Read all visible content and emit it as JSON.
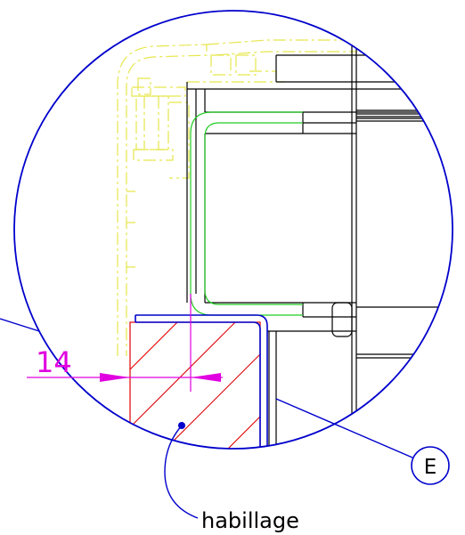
{
  "dimension": {
    "value": "14",
    "color": "#e000e0"
  },
  "callouts": {
    "detail_marker": "E",
    "material_label": "habillage"
  },
  "colors": {
    "outline": "#0000cc",
    "profile_yellow": "#e6e64c",
    "glazing_green": "#22cc22",
    "hatch_red": "#e00000",
    "lines_black": "#000000",
    "dimension_magenta": "#e000e0"
  }
}
